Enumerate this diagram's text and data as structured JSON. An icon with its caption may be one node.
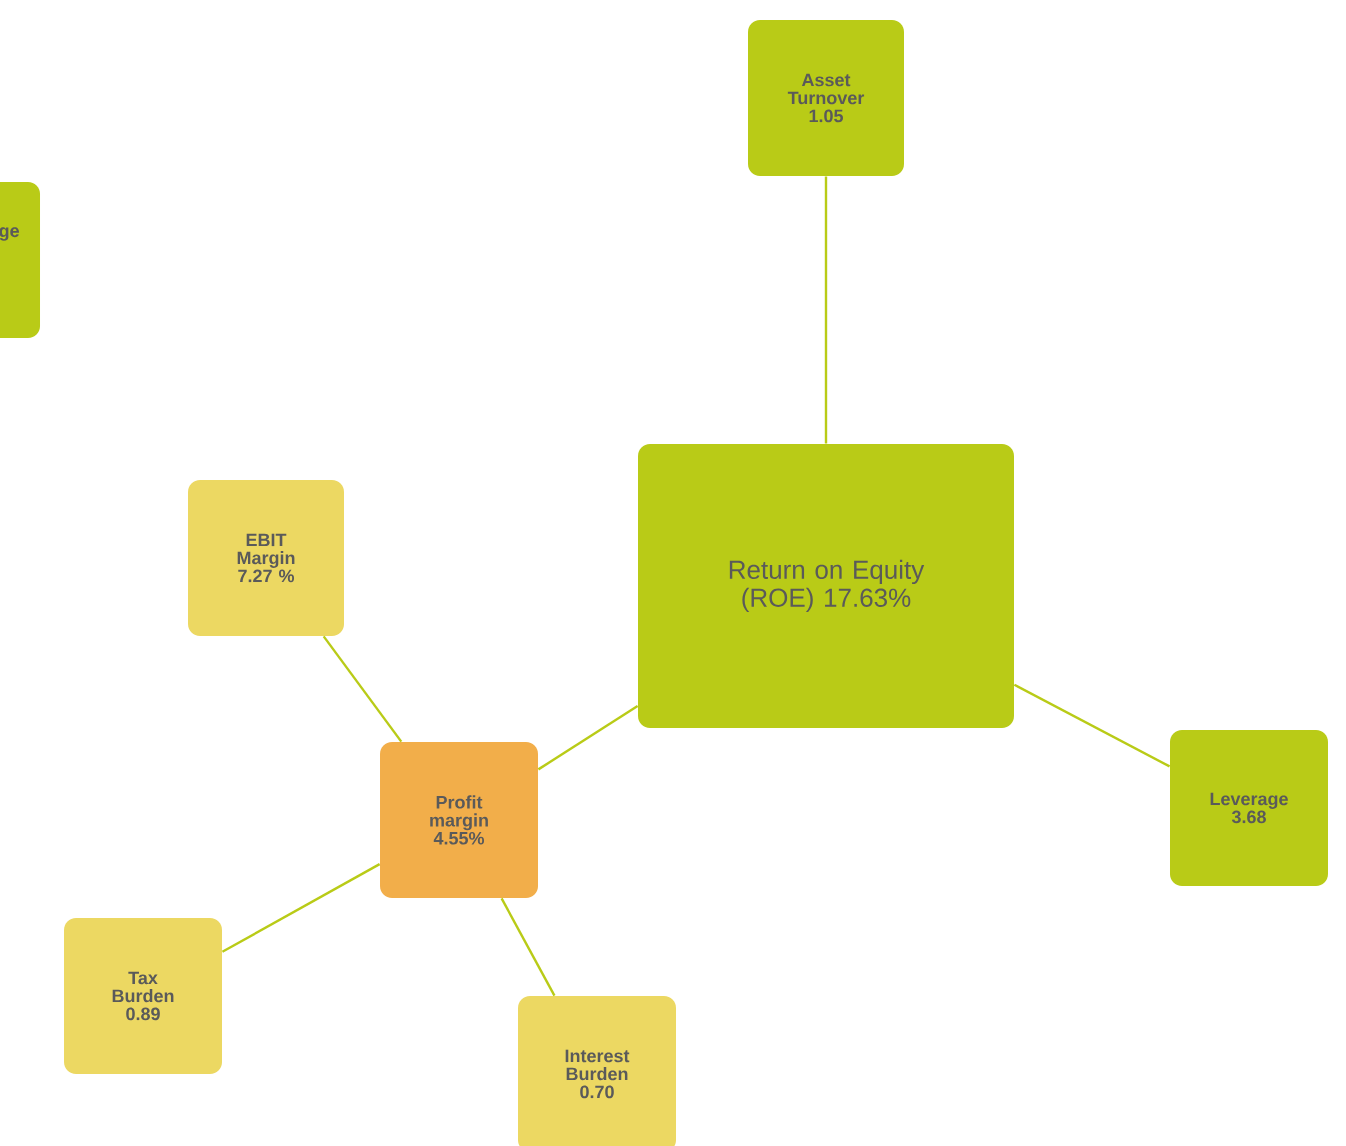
{
  "diagram": {
    "nodes": [
      {
        "text": [
          "Asset Turnover 1.05"
        ]
      },
      {
        "text": [
          "ge"
        ]
      },
      {
        "text": [
          "Return on Equity (ROE) 17.63%"
        ]
      },
      {
        "text": [
          "Leverage 3.68"
        ]
      },
      {
        "text": [
          "EBIT Margin 7.27 %"
        ]
      },
      {
        "text": [
          "Profit margin 4.55%"
        ]
      },
      {
        "text": [
          "Tax Burden 0.89"
        ]
      },
      {
        "text": [
          "Interest Burden 0.70"
        ]
      }
    ],
    "edges": [
      {
        "from": 0,
        "to": 2,
        "arrow": "none"
      },
      {
        "from": 2,
        "to": 3,
        "arrow": "none"
      },
      {
        "from": 2,
        "to": 5,
        "arrow": "none"
      },
      {
        "from": 4,
        "to": 5,
        "arrow": "none"
      },
      {
        "from": 6,
        "to": 5,
        "arrow": "none"
      },
      {
        "from": 7,
        "to": 5,
        "arrow": "none"
      }
    ]
  }
}
